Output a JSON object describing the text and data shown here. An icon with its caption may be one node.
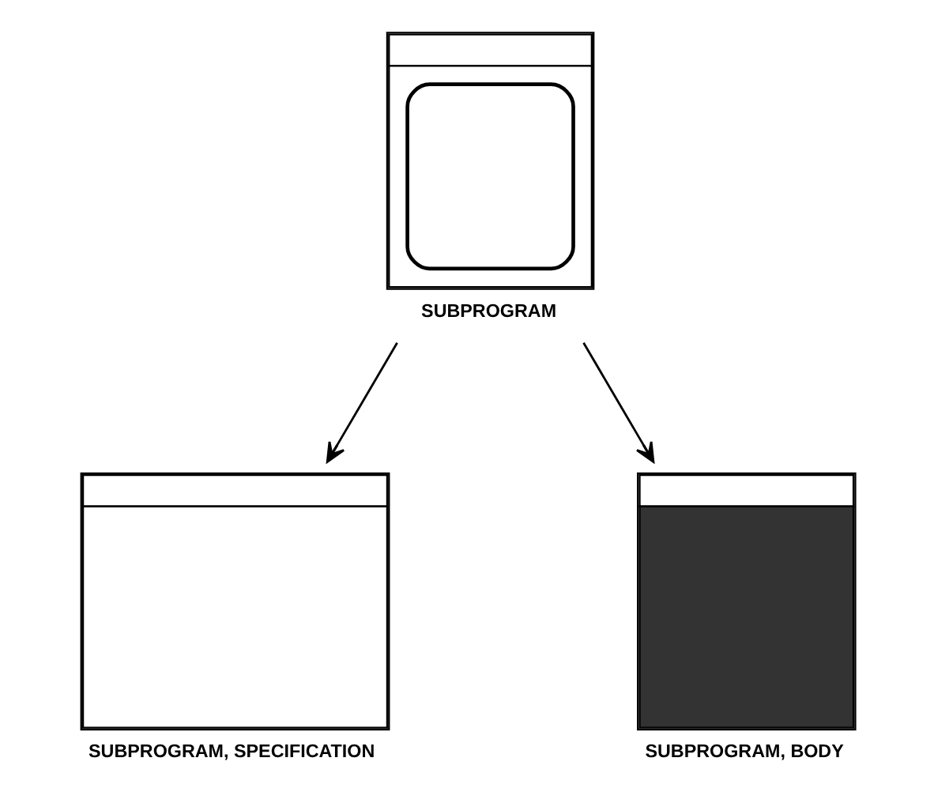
{
  "diagram": {
    "nodes": [
      {
        "text": [
          "SUBPROGRAM"
        ]
      },
      {
        "text": [
          "SUBPROGRAM, SPECIFICATION"
        ]
      },
      {
        "text": [
          "SUBPROGRAM, BODY"
        ]
      }
    ],
    "edges": [
      {
        "from": 0,
        "to": 1,
        "arrow": "to"
      },
      {
        "from": 0,
        "to": 2,
        "arrow": "to"
      }
    ]
  }
}
